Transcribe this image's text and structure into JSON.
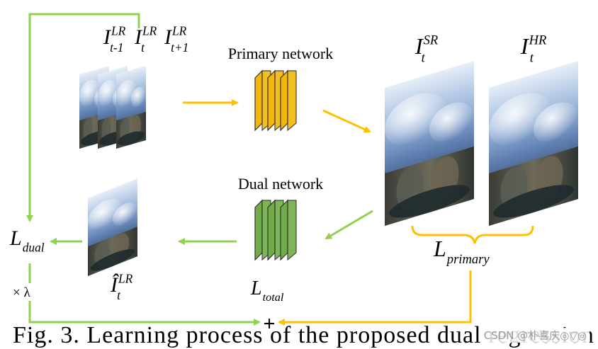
{
  "labels": {
    "lr_inputs": [
      {
        "base": "I",
        "sup": "LR",
        "sub": "t-1"
      },
      {
        "base": "I",
        "sup": "LR",
        "sub": "t"
      },
      {
        "base": "I",
        "sup": "LR",
        "sub": "t+1"
      }
    ],
    "sr": {
      "base": "I",
      "sup": "SR",
      "sub": "t"
    },
    "hr": {
      "base": "I",
      "sup": "HR",
      "sub": "t"
    },
    "reconstructed_lr": {
      "base": "Î",
      "sup": "LR",
      "sub": "t"
    },
    "primary_network": "Primary network",
    "dual_network": "Dual network",
    "loss_dual": {
      "base": "L",
      "sub": "dual"
    },
    "loss_primary": {
      "base": "L",
      "sub": "primary"
    },
    "loss_total": {
      "base": "L",
      "sub": "total"
    },
    "weight": "× λ",
    "plus": "+"
  },
  "caption": "Fig. 3. Learning process of the proposed dual regression",
  "watermark": "CSDN @朴喜庆◎▽◎",
  "colors": {
    "green": "#92d050",
    "orange": "#ffc000",
    "primary_block": "#f2b707",
    "dual_block": "#70ad47"
  }
}
